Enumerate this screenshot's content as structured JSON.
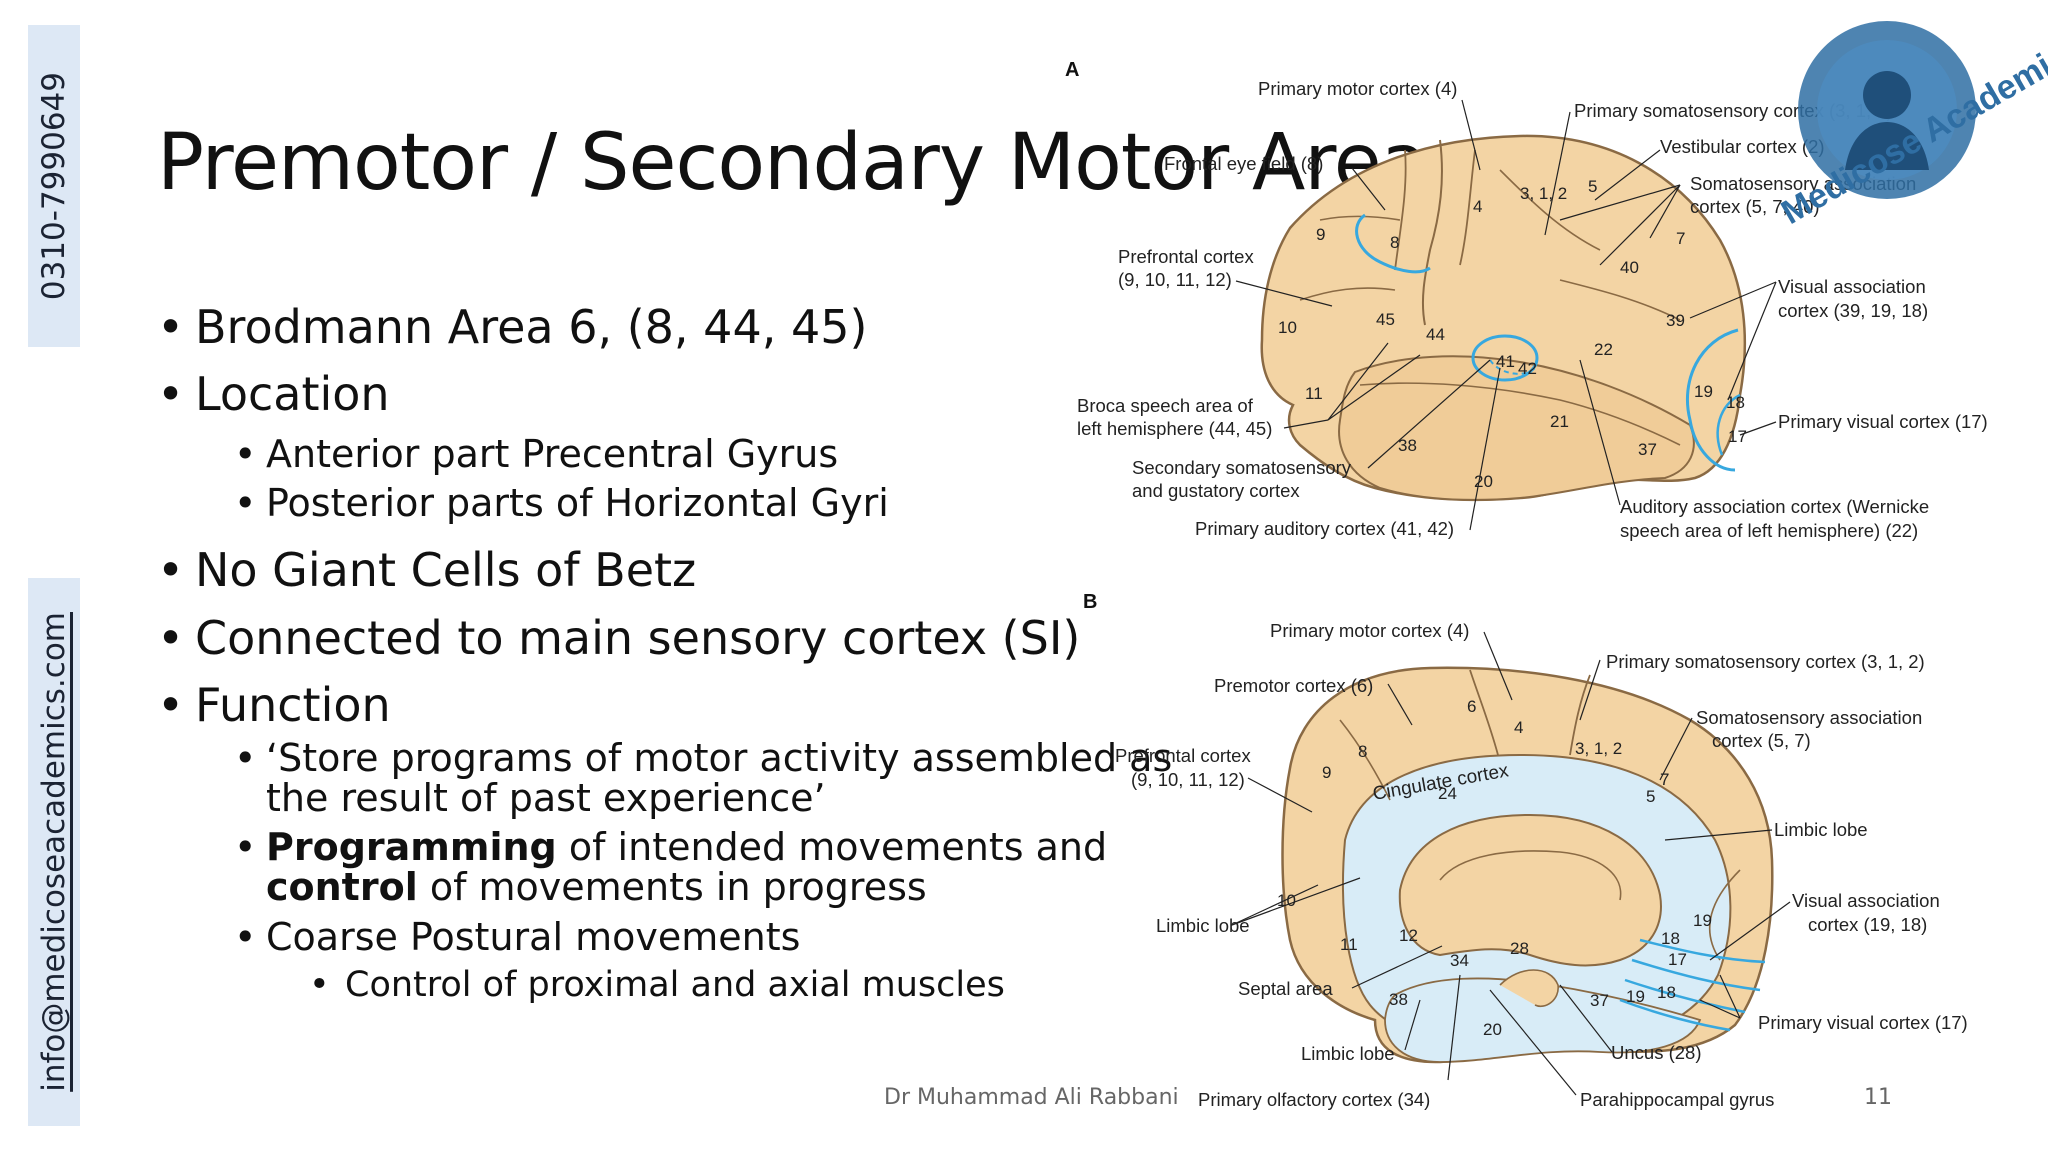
{
  "side": {
    "phone": "0310-7990649",
    "email": "info@medicoseacademics.com"
  },
  "slide": {
    "title": "Premotor / Secondary Motor Area",
    "bullets": {
      "b1": "Brodmann Area 6, (8, 44, 45)",
      "b2": "Location",
      "b2a": "Anterior part Precentral Gyrus",
      "b2b": "Posterior parts of Horizontal Gyri",
      "b3": "No Giant Cells of Betz",
      "b4": "Connected to main sensory cortex (SI)",
      "b5": "Function",
      "b5a_line1": "‘Store programs of motor activity assembled as",
      "b5a_line2": "the result of past experience’",
      "b5b_bold1": "Programming",
      "b5b_rest1": " of intended movements and",
      "b5b_bold2": "control",
      "b5b_rest2": " of movements in progress",
      "b5c": "Coarse Postural movements",
      "b5c1": "Control of proximal and axial muscles"
    },
    "bullet_char": "•",
    "footer": {
      "author": "Dr Muhammad Ali Rabbani",
      "page": "11"
    }
  },
  "logo": {
    "text": "Medicose Academics"
  },
  "figure": {
    "panel_a": {
      "tag": "A",
      "labels": {
        "primary_motor": "Primary motor cortex (4)",
        "frontal_eye": "Frontal eye field (8)",
        "primary_somatosensory": "Primary somatosensory cortex (3, 1, 2)",
        "vestibular": "Vestibular cortex (2)",
        "somato_assoc_1": "Somatosensory association",
        "somato_assoc_2": "cortex (5, 7, 40)",
        "prefrontal_1": "Prefrontal cortex",
        "prefrontal_2": "(9, 10, 11, 12)",
        "visual_assoc_1": "Visual association",
        "visual_assoc_2": "cortex (39, 19, 18)",
        "broca_1": "Broca speech area of",
        "broca_2": "left hemisphere (44, 45)",
        "primary_visual": "Primary visual cortex (17)",
        "secondary_somato_1": "Secondary somatosensory",
        "secondary_somato_2": "and gustatory cortex",
        "auditory_assoc_1": "Auditory association cortex (Wernicke",
        "auditory_assoc_2": "speech area of left hemisphere) (22)",
        "primary_auditory": "Primary auditory cortex (41, 42)"
      },
      "areas": [
        "4",
        "3, 1, 2",
        "5",
        "9",
        "8",
        "7",
        "40",
        "10",
        "45",
        "44",
        "41",
        "42",
        "39",
        "22",
        "11",
        "21",
        "19",
        "18",
        "17",
        "38",
        "37",
        "20"
      ]
    },
    "panel_b": {
      "tag": "B",
      "labels": {
        "primary_motor": "Primary motor cortex (4)",
        "primary_somatosensory": "Primary somatosensory cortex (3, 1, 2)",
        "premotor": "Premotor cortex (6)",
        "somato_assoc_1": "Somatosensory association",
        "somato_assoc_2": "cortex (5, 7)",
        "prefrontal_1": "Prefrontal cortex",
        "prefrontal_2": "(9, 10, 11, 12)",
        "cingulate": "Cingulate cortex",
        "limbic_lobe_right": "Limbic lobe",
        "visual_assoc_1": "Visual association",
        "visual_assoc_2": "cortex (19, 18)",
        "limbic_lobe_left": "Limbic lobe",
        "septal": "Septal area",
        "primary_visual": "Primary visual cortex (17)",
        "uncus": "Uncus (28)",
        "limbic_lobe_bottom": "Limbic lobe",
        "primary_olfactory": "Primary olfactory cortex (34)",
        "parahippocampal": "Parahippocampal gyrus"
      },
      "areas": [
        "6",
        "4",
        "8",
        "9",
        "3, 1, 2",
        "7",
        "5",
        "24",
        "10",
        "11",
        "12",
        "34",
        "28",
        "19",
        "18",
        "17",
        "37",
        "19",
        "18",
        "38",
        "20"
      ]
    }
  },
  "colors": {
    "brain_fill": "#f3d4a4",
    "brain_stroke": "#8a6a44",
    "highlight_blue": "#37a8df",
    "medial_fill": "#d8ecf7",
    "side_tab": "#dde8f5",
    "logo_blue": "#2f6ea3"
  }
}
